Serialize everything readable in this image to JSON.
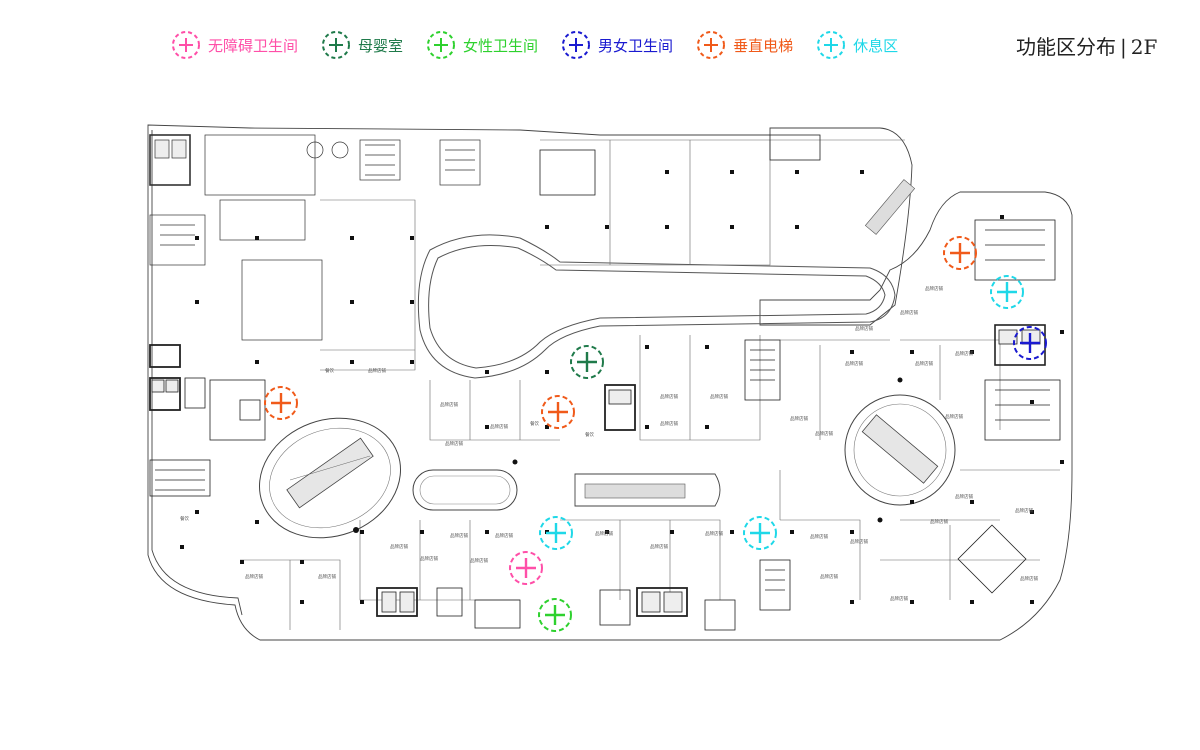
{
  "title": "功能区分布",
  "floor": "2F",
  "colors": {
    "accessible_restroom": "#ff4fa8",
    "mother_baby_room": "#1f7a4a",
    "female_restroom": "#2ed12e",
    "restroom": "#1a1ad0",
    "elevator": "#f05a1a",
    "rest_area": "#1fd8e8"
  },
  "legend": [
    {
      "key": "accessible_restroom",
      "label": "无障碍卫生间",
      "color": "#ff4fa8"
    },
    {
      "key": "mother_baby_room",
      "label": "母婴室",
      "color": "#1f7a4a"
    },
    {
      "key": "female_restroom",
      "label": "女性卫生间",
      "color": "#2ed12e"
    },
    {
      "key": "restroom",
      "label": "男女卫生间",
      "color": "#1a1ad0"
    },
    {
      "key": "elevator",
      "label": "垂直电梯",
      "color": "#f05a1a"
    },
    {
      "key": "rest_area",
      "label": "休息区",
      "color": "#1fd8e8"
    }
  ],
  "plan": {
    "labels": {
      "shop": "品牌店铺",
      "restaurant": "餐饮"
    }
  }
}
